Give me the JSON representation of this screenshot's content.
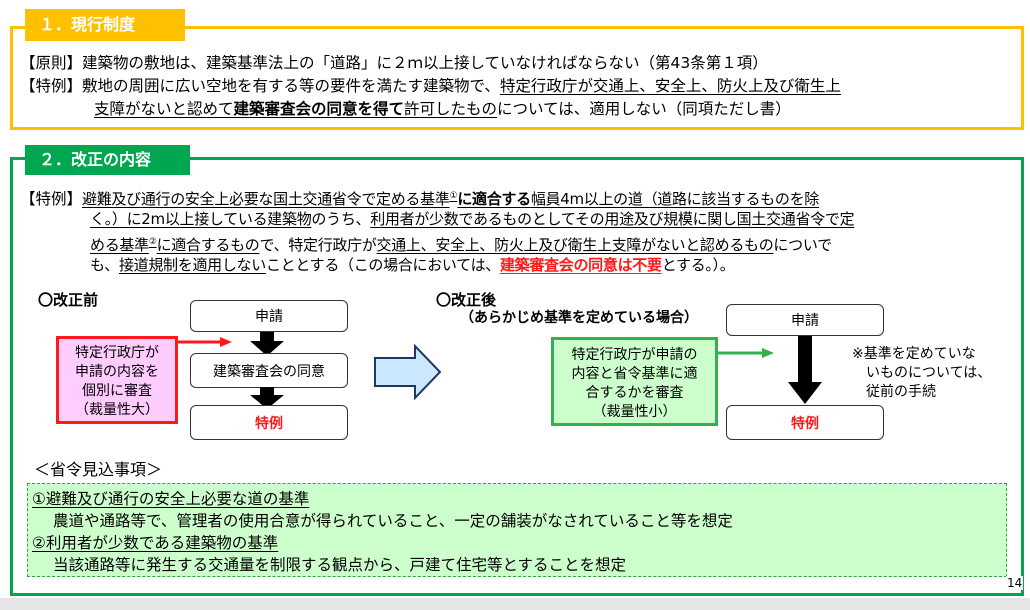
{
  "section1": {
    "title": "１．現行制度",
    "principle_label": "【原則】",
    "principle_text": "建築物の敷地は、建築基準法上の「道路」に２ｍ以上接していなければならない（第43条第１項）",
    "exception_label": "【特例】",
    "exception_line1_plain": "敷地の周囲に広い空地を有する等の要件を満たす建築物で、",
    "exception_line1_underlined": "特定行政庁が交通上、安全上、防火上及び衛生上",
    "exception_line2_underlined_a": "支障がないと認めて",
    "exception_line2_bold_underlined": "建築審査会の同意を得て",
    "exception_line2_underlined_b": "許可したもの",
    "exception_line2_plain": "については、適用しない（同項ただし書）"
  },
  "section2": {
    "title": "２．改正の内容",
    "exception_label": "【特例】",
    "lines": [
      {
        "a": "避難及び通行の安全上必要な国土交通省令で定める基準",
        "sup": "①",
        "b": "に適合する",
        "c": "幅員4m以上の道（道路に該当するものを除"
      },
      {
        "a": "く。）に2m以上接している建築物",
        "b": "のうち、",
        "c": "利用者が少数であるものとしてその用途及び規模に関し国土交通省令で定"
      },
      {
        "a": "める基準",
        "sup": "②",
        "b": "に適合するもの",
        "c": "で、特定行政庁が",
        "d": "交通上、安全上、防火上及び衛生上支障がないと認めるもの",
        "e": "についで"
      },
      {
        "a": "も、",
        "b": "接道規制を適用しない",
        "c": "こととする（この場合においては、",
        "d": "建築審査会の同意は不要",
        "e": "とする。）。"
      }
    ]
  },
  "before": {
    "heading": "〇改正前",
    "review_box": [
      "特定行政庁が",
      "申請の内容を",
      "個別に審査",
      "（裁量性大）"
    ],
    "step_apply": "申請",
    "step_consent": "建築審査会の同意",
    "step_result": "特例"
  },
  "after": {
    "heading": "〇改正後",
    "subheading": "（あらかじめ基準を定めている場合）",
    "review_box": [
      "特定行政庁が申請の",
      "内容と省令基準に適",
      "合するかを審査",
      "（裁量性小）"
    ],
    "step_apply": "申請",
    "step_result": "特例",
    "note": [
      "※基準を定めていな",
      "いものについては、",
      "従前の手続"
    ]
  },
  "ordinance": {
    "heading": "＜省令見込事項＞",
    "item1_title": "①避難及び通行の安全上必要な道の基準",
    "item1_desc": "農道や通路等で、管理者の使用合意が得られていること、一定の舗装がなされていること等を想定",
    "item2_title": "②利用者が少数である建築物の基準",
    "item2_desc": "当該通路等に発生する交通量を制限する観点から、戸建て住宅等とすることを想定"
  },
  "page_number": "14",
  "colors": {
    "section1_accent": "#ffc000",
    "section2_accent": "#00a650",
    "emphasis_red": "#ff1a1a",
    "before_box_fill": "#ffccff",
    "after_box_fill": "#ccffcc",
    "transition_arrow_fill": "#cce8ff",
    "transition_arrow_stroke": "#1f3864"
  }
}
